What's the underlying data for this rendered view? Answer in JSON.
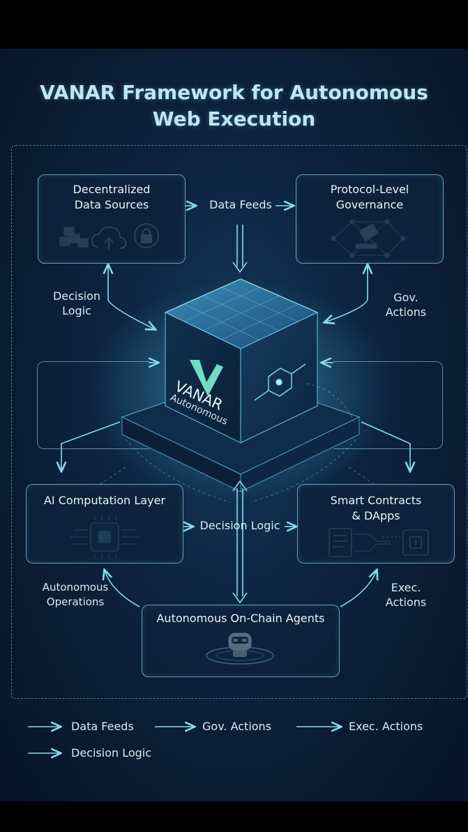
{
  "title": {
    "line1": "VANAR Framework for Autonomous",
    "line2": "Web Execution"
  },
  "nodes": {
    "data_sources": {
      "line1": "Decentralized",
      "line2": "Data Sources"
    },
    "governance": {
      "line1": "Protocol-Level",
      "line2": "Governance"
    },
    "ai_layer": {
      "label": "AI Computation Layer"
    },
    "smart_contracts": {
      "line1": "Smart Contracts",
      "line2": "& DApps"
    },
    "agents": {
      "label": "Autonomous On-Chain Agents"
    },
    "core": {
      "brand": "VANAR",
      "sub": "Autonomous"
    }
  },
  "edge_labels": {
    "data_feeds": "Data Feeds",
    "decision_logic_top": {
      "line1": "Decision",
      "line2": "Logic"
    },
    "gov_actions": {
      "line1": "Gov.",
      "line2": "Actions"
    },
    "decision_logic_mid": "Decision Logic",
    "autonomous_ops": {
      "line1": "Autonomous",
      "line2": "Operations"
    },
    "exec_actions": {
      "line1": "Exec.",
      "line2": "Actions"
    }
  },
  "legend": [
    {
      "label": "Data Feeds"
    },
    {
      "label": "Gov. Actions"
    },
    {
      "label": "Exec. Actions"
    },
    {
      "label": "Decision Logic"
    }
  ],
  "colors": {
    "accent": "#7fd4ec",
    "text": "#e8f4f8",
    "bg": "#0c2440"
  }
}
